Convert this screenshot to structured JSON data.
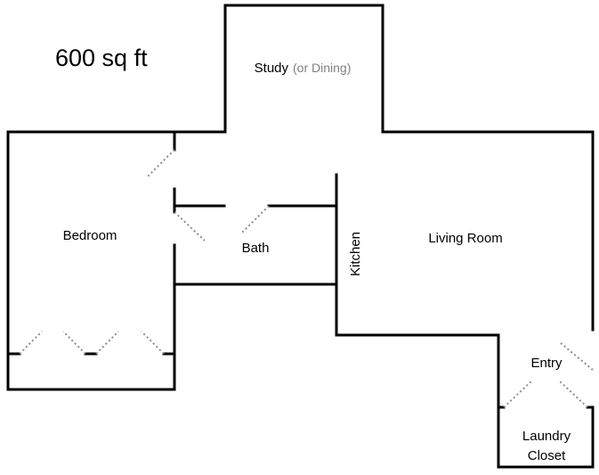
{
  "plan": {
    "area_label": "600 sq ft",
    "rooms": {
      "study": {
        "name": "Study",
        "note": "(or Dining)"
      },
      "bedroom": {
        "name": "Bedroom"
      },
      "bath": {
        "name": "Bath"
      },
      "kitchen": {
        "name": "Kitchen"
      },
      "living_room": {
        "name": "Living Room"
      },
      "entry": {
        "name": "Entry"
      },
      "laundry": {
        "line1": "Laundry",
        "line2": "Closet"
      }
    }
  },
  "colors": {
    "wall": "#000000",
    "door_swing": "#8c8c8c",
    "note_text": "#808080",
    "background": "#ffffff"
  }
}
